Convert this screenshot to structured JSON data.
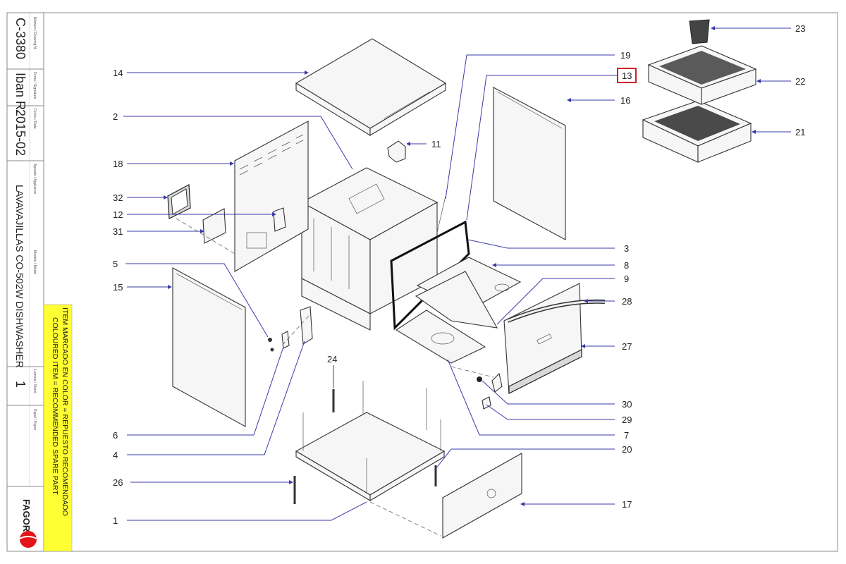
{
  "title_block": {
    "drawing_code": "C-3380",
    "signature": "Iban R.",
    "date": "2015-02",
    "appliance": "LAVAVAJILLAS CO-502W DISHWASHER",
    "sheet": "1",
    "brand": "FAGOR",
    "note_es": "ITEM MARCADO EN COLOR = REPUESTO RECOMENDADO",
    "note_en": "COLOURED ITEM = RECOMMENDED SPARE PART",
    "field_labels": [
      "Número / Drawing N",
      "Firma / Signature",
      "Fecha / Date",
      "Aparato / Appliance",
      "Modelo / Model",
      "Lamina / Sheet",
      "Papel / Paper"
    ],
    "highlight_color": "#ffff33",
    "brand_color": "#e3141b"
  },
  "callouts": [
    {
      "id": "c23",
      "label": "23"
    },
    {
      "id": "c22",
      "label": "22"
    },
    {
      "id": "c21",
      "label": "21"
    },
    {
      "id": "c14",
      "label": "14"
    },
    {
      "id": "c19",
      "label": "19"
    },
    {
      "id": "c13",
      "label": "13",
      "highlighted": true
    },
    {
      "id": "c16",
      "label": "16"
    },
    {
      "id": "c2",
      "label": "2"
    },
    {
      "id": "c11",
      "label": "11"
    },
    {
      "id": "c18",
      "label": "18"
    },
    {
      "id": "c32",
      "label": "32"
    },
    {
      "id": "c12",
      "label": "12"
    },
    {
      "id": "c31",
      "label": "31"
    },
    {
      "id": "c3",
      "label": "3"
    },
    {
      "id": "c5",
      "label": "5"
    },
    {
      "id": "c8",
      "label": "8"
    },
    {
      "id": "c15",
      "label": "15"
    },
    {
      "id": "c9",
      "label": "9"
    },
    {
      "id": "c28",
      "label": "28"
    },
    {
      "id": "c27",
      "label": "27"
    },
    {
      "id": "c24",
      "label": "24"
    },
    {
      "id": "c30",
      "label": "30"
    },
    {
      "id": "c29",
      "label": "29"
    },
    {
      "id": "c6",
      "label": "6"
    },
    {
      "id": "c7",
      "label": "7"
    },
    {
      "id": "c4",
      "label": "4"
    },
    {
      "id": "c20",
      "label": "20"
    },
    {
      "id": "c26",
      "label": "26"
    },
    {
      "id": "c17",
      "label": "17"
    },
    {
      "id": "c1",
      "label": "1"
    }
  ],
  "highlight_box_color": "#d0202a"
}
